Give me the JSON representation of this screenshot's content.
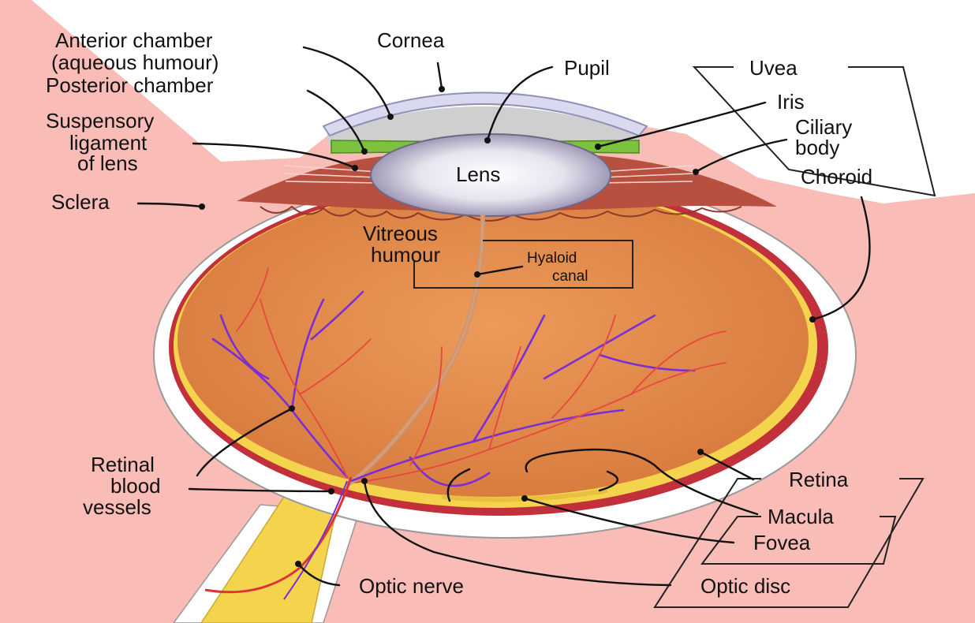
{
  "labels": {
    "cornea": "Cornea",
    "anterior_chamber_1": "Anterior chamber",
    "anterior_chamber_2": "(aqueous humour)",
    "posterior_chamber": "Posterior chamber",
    "suspensory_1": "Suspensory",
    "suspensory_2": "ligament",
    "suspensory_3": "of lens",
    "sclera": "Sclera",
    "pupil": "Pupil",
    "uvea": "Uvea",
    "iris": "Iris",
    "ciliary_1": "Ciliary",
    "ciliary_2": "body",
    "choroid": "Choroid",
    "lens": "Lens",
    "vitreous_1": "Vitreous",
    "vitreous_2": "humour",
    "hyaloid_1": "Hyaloid",
    "hyaloid_2": "canal",
    "retinal_1": "Retinal",
    "retinal_2": "blood",
    "retinal_3": "vessels",
    "retina": "Retina",
    "macula": "Macula",
    "fovea": "Fovea",
    "optic_disc": "Optic disc",
    "optic_nerve": "Optic nerve"
  },
  "colors": {
    "background_skin": "#f9bcb6",
    "sclera": "#ffffff",
    "choroid": "#c2303b",
    "retina": "#f4d44d",
    "vitreous": "#e0894a",
    "ciliary": "#b85040",
    "iris": "#7cc23e",
    "cornea": "#d9d9ef",
    "artery": "#e8473f",
    "vein": "#7a2fd6"
  }
}
